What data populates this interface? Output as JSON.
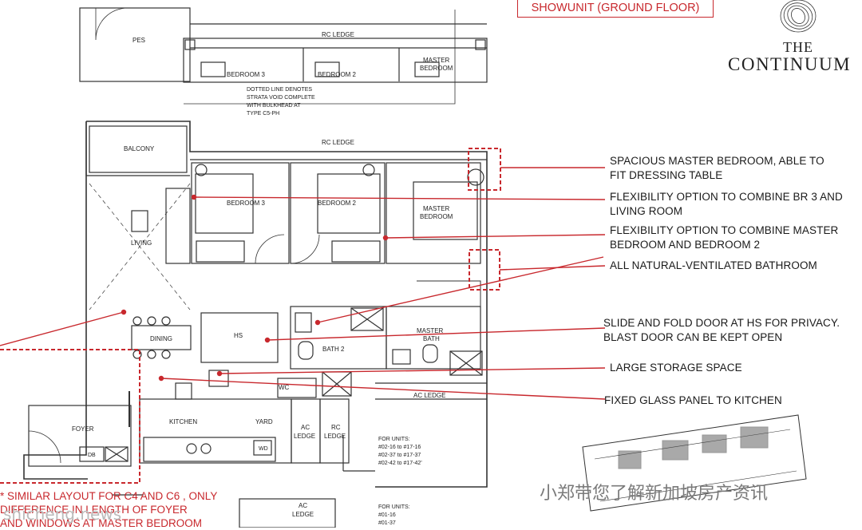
{
  "header": {
    "badge": "SHOWUNIT (GROUND FLOOR)",
    "brand_top": "THE",
    "brand_bottom": "CONTINUUM"
  },
  "annotations": [
    {
      "id": "master-bedroom",
      "lines": [
        "SPACIOUS MASTER BEDROOM, ABLE TO",
        "FIT DRESSING TABLE"
      ]
    },
    {
      "id": "combine-br3",
      "lines": [
        "FLEXIBILITY OPTION TO COMBINE BR 3 AND",
        "LIVING ROOM"
      ]
    },
    {
      "id": "combine-master",
      "lines": [
        "FLEXIBILITY OPTION TO COMBINE MASTER",
        "BEDROOM AND BEDROOM 2"
      ]
    },
    {
      "id": "bathroom",
      "lines": [
        "ALL NATURAL-VENTILATED BATHROOM"
      ]
    },
    {
      "id": "slide-fold",
      "lines": [
        "SLIDE AND FOLD DOOR AT HS FOR PRIVACY.",
        "BLAST DOOR CAN BE KEPT OPEN"
      ]
    },
    {
      "id": "storage",
      "lines": [
        "LARGE STORAGE SPACE"
      ]
    },
    {
      "id": "glass-panel",
      "lines": [
        "FIXED GLASS PANEL TO KITCHEN"
      ]
    }
  ],
  "rooms": {
    "pes": "PES",
    "rc_ledge": "RC LEDGE",
    "bedroom3": "BEDROOM 3",
    "bedroom2": "BEDROOM 2",
    "master": "MASTER",
    "bedroom": "BEDROOM",
    "balcony": "BALCONY",
    "living": "LIVING",
    "dining": "DINING",
    "hs": "HS",
    "bath2": "BATH 2",
    "master_bath_1": "MASTER",
    "master_bath_2": "BATH",
    "wc": "WC",
    "ac_ledge": "AC LEDGE",
    "foyer": "FOYER",
    "kitchen": "KITCHEN",
    "yard": "YARD",
    "ac": "AC",
    "ledge": "LEDGE",
    "rc": "RC",
    "db": "DB",
    "wd": "WD"
  },
  "strata_note": [
    "DOTTED LINE DENOTES",
    "STRATA VOID COMPLETE",
    "WITH BULKHEAD AT",
    "TYPE C5-PH"
  ],
  "units_1": [
    "FOR UNITS:",
    "#02-16 to #17-16",
    "#02-37 to #17-37",
    "#02-42 to #17-42'"
  ],
  "units_2": [
    "FOR UNITS:",
    "#01-16",
    "#01-37"
  ],
  "similar_note": [
    "* SIMILAR LAYOUT FOR C4 AND C6 , ONLY",
    "DIFFERENCE IN LENGTH OF FOYER",
    "AND WINDOWS AT MASTER BEDROOM"
  ],
  "watermark": {
    "cn": "小郑带您了解新加坡房产资讯",
    "site": "shicheng.news"
  },
  "colors": {
    "accent": "#c8282d",
    "line": "#333333"
  }
}
